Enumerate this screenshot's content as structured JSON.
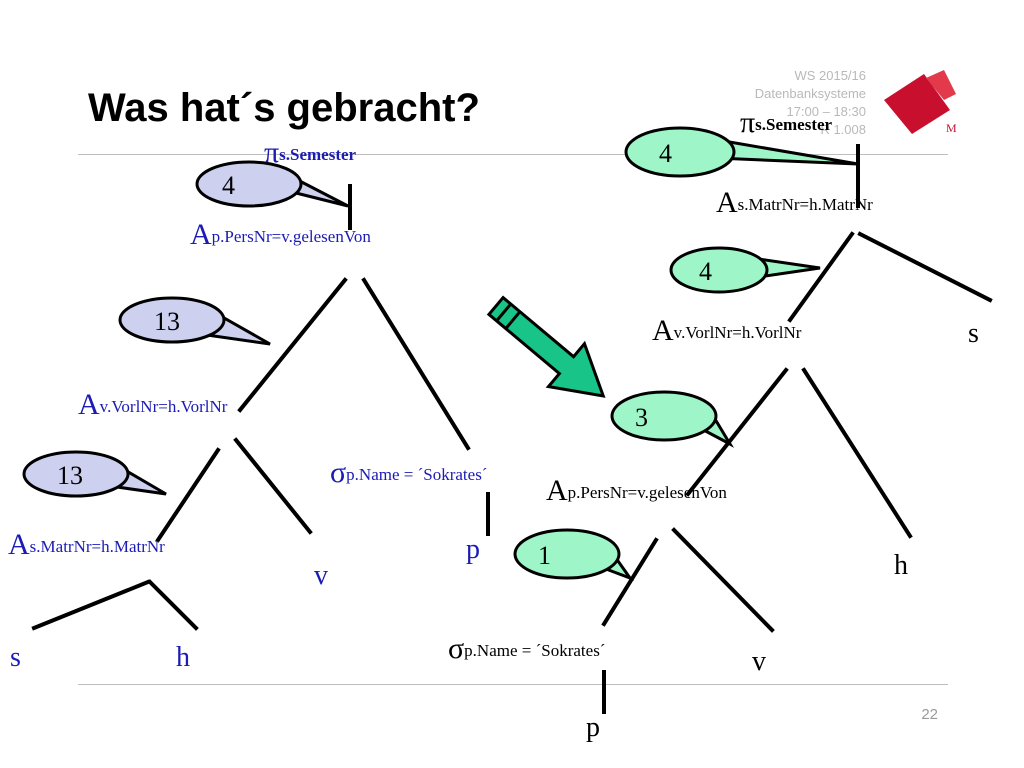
{
  "slide": {
    "title": "Was hat´s gebracht?",
    "header": {
      "semester": "WS 2015/16",
      "course": "Datenbanksysteme",
      "time": "17:00 – 18:30",
      "room": "R 1.008"
    },
    "logo_letter": "M",
    "page_number": "22"
  },
  "colors": {
    "lavender_bubble": "#cdd0ef",
    "green_bubble": "#9ef5c8",
    "arrow_fill": "#18c488",
    "text": "#000000",
    "header_text": "#b9b9bd",
    "logo_red": "#c8102e"
  },
  "left_tree": {
    "projection": {
      "symbol": "π",
      "subscript": "s.Semester"
    },
    "join_top": {
      "symbol": "A",
      "subscript": "p.PersNr=v.gelesenVon"
    },
    "join_mid": {
      "symbol": "A",
      "subscript": "v.VorlNr=h.VorlNr"
    },
    "join_bottom": {
      "symbol": "A",
      "subscript": "s.MatrNr=h.MatrNr"
    },
    "selection": {
      "symbol": "σ",
      "subscript": "p.Name = ´Sokrates´"
    },
    "leaves": {
      "s": "s",
      "h": "h",
      "v": "v",
      "p": "p"
    },
    "bubbles": [
      "4",
      "13",
      "13"
    ]
  },
  "right_tree": {
    "projection": {
      "symbol": "π",
      "subscript": "s.Semester"
    },
    "join_top": {
      "symbol": "A",
      "subscript": "s.MatrNr=h.MatrNr"
    },
    "join_mid": {
      "symbol": "A",
      "subscript": "v.VorlNr=h.VorlNr"
    },
    "join_bottom": {
      "symbol": "A",
      "subscript": "p.PersNr=v.gelesenVon"
    },
    "selection": {
      "symbol": "σ",
      "subscript": "p.Name = ´Sokrates´"
    },
    "leaves": {
      "s": "s",
      "h": "h",
      "v": "v",
      "p": "p"
    },
    "bubbles": [
      "4",
      "4",
      "3",
      "1"
    ]
  },
  "arrow_icon": "arrow-down-right-icon"
}
